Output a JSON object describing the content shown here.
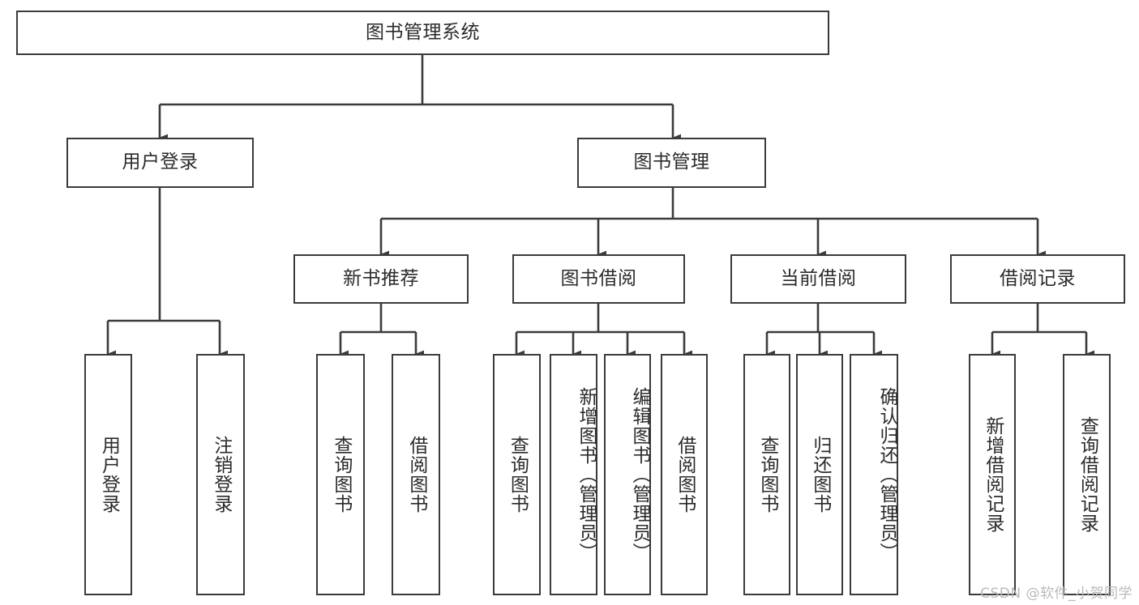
{
  "diagram": {
    "title": "图书管理系统",
    "type": "tree-hierarchy-chart",
    "watermark": "CSDN @软件_小贺同学",
    "colors": {
      "box_border": "#3b3b3b",
      "box_fill": "#ffffff",
      "connector": "#3b3b3b",
      "text": "#2b2b2b",
      "watermark": "#b9b9b9",
      "background": "#ffffff"
    },
    "root": {
      "label": "图书管理系统",
      "orientation": "horizontal"
    },
    "level2": [
      {
        "id": "user-login",
        "label": "用户登录",
        "orientation": "horizontal"
      },
      {
        "id": "book-manage",
        "label": "图书管理",
        "orientation": "horizontal"
      }
    ],
    "level3": [
      {
        "id": "new-book-recommend",
        "label": "新书推荐",
        "orientation": "horizontal",
        "parent": "book-manage"
      },
      {
        "id": "book-borrow",
        "label": "图书借阅",
        "orientation": "horizontal",
        "parent": "book-manage"
      },
      {
        "id": "current-borrow",
        "label": "当前借阅",
        "orientation": "horizontal",
        "parent": "book-manage"
      },
      {
        "id": "borrow-record",
        "label": "借阅记录",
        "orientation": "horizontal",
        "parent": "book-manage"
      }
    ],
    "leaves": [
      {
        "id": "leaf-user-login",
        "label": "用户登录",
        "parent": "user-login"
      },
      {
        "id": "leaf-logout-login",
        "label": "注销登录",
        "parent": "user-login"
      },
      {
        "id": "leaf-query-book-1",
        "label": "查询图书",
        "parent": "new-book-recommend"
      },
      {
        "id": "leaf-borrow-book-1",
        "label": "借阅图书",
        "parent": "new-book-recommend"
      },
      {
        "id": "leaf-query-book-2",
        "label": "查询图书",
        "parent": "book-borrow"
      },
      {
        "id": "leaf-add-book",
        "label": "新增图书（管理员）",
        "parent": "book-borrow"
      },
      {
        "id": "leaf-edit-book",
        "label": "编辑图书（管理员）",
        "parent": "book-borrow"
      },
      {
        "id": "leaf-borrow-book-2",
        "label": "借阅图书",
        "parent": "book-borrow"
      },
      {
        "id": "leaf-query-book-3",
        "label": "查询图书",
        "parent": "current-borrow"
      },
      {
        "id": "leaf-return-book",
        "label": "归还图书",
        "parent": "current-borrow"
      },
      {
        "id": "leaf-confirm-return",
        "label": "确认归还（管理员）",
        "parent": "current-borrow"
      },
      {
        "id": "leaf-add-record",
        "label": "新增借阅记录",
        "parent": "borrow-record"
      },
      {
        "id": "leaf-query-record",
        "label": "查询借阅记录",
        "parent": "borrow-record"
      }
    ]
  }
}
